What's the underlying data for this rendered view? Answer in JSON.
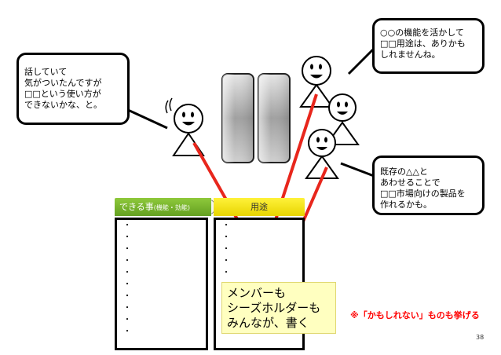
{
  "bubbles": {
    "left": "話していて\n気がついたんですが\n□□という使い方が\nできないかな、と。",
    "top_right": "○○の機能を活かして\n□□用途は、ありかも\nしれませんね。",
    "right": "既存の△△と\nあわせることで\n□□市場向けの製品を\n作れるかも。"
  },
  "columns": {
    "can_do_label": "できる事",
    "can_do_sub": "(機能・効能)",
    "use_label": "用途",
    "dots": "・\n・\n・\n・\n・\n・\n・\n・\n・\n・"
  },
  "note_yellow": "メンバーも\nシーズホルダーも\nみんなが、書く",
  "note_red": "※「かもしれない」ものも挙げる",
  "page_number": "38",
  "colors": {
    "arrow": "#e8261c",
    "header_can": "#7ab82e",
    "header_use": "#f2e200",
    "note_red": "#ff0000",
    "note_yellow_bg": "#ffffc0"
  }
}
